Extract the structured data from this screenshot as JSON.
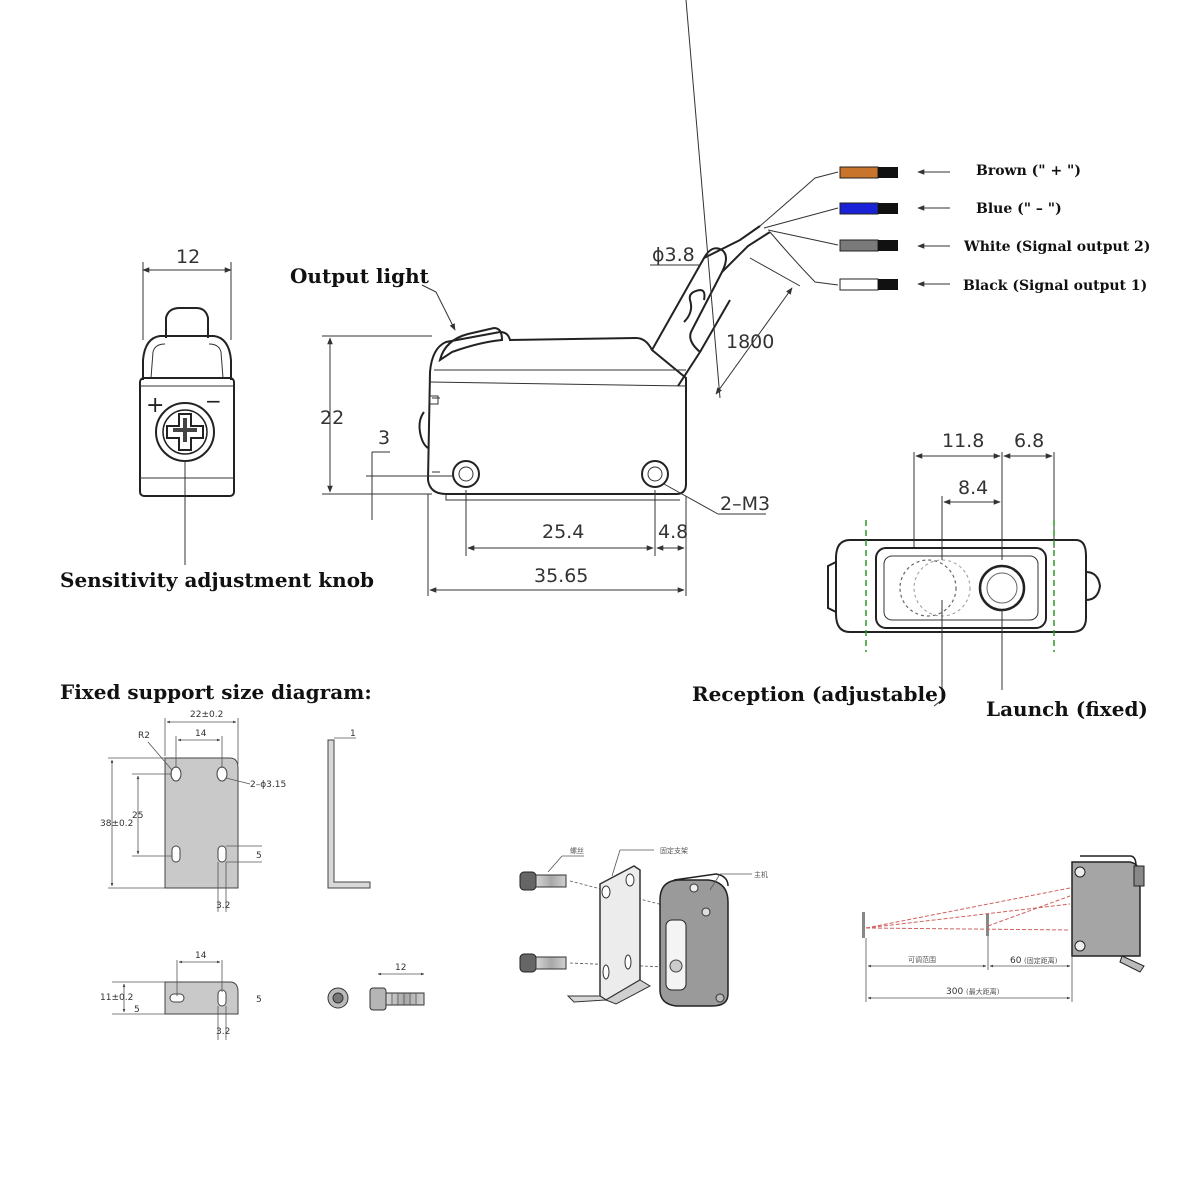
{
  "labels": {
    "output_light": "Output light",
    "sensitivity_knob": "Sensitivity adjustment knob",
    "reception": "Reception (adjustable)",
    "launch": "Launch (fixed)",
    "support_title": "Fixed support size diagram:"
  },
  "wires": [
    {
      "label": "Brown (\" + \")",
      "color": "#c8742a"
    },
    {
      "label": "Blue (\" – \")",
      "color": "#1a22d8"
    },
    {
      "label": "White (Signal output 2)",
      "color": "#7a7a7a"
    },
    {
      "label": "Black (Signal output 1)",
      "color": "#ffffff"
    }
  ],
  "wire_tip_color": "#111111",
  "plus_symbol": "+",
  "minus_symbol": "−",
  "dims": {
    "front_width": "12",
    "cable_dia": "ϕ3.8",
    "cable_len": "1800",
    "height": "22",
    "mount_offset": "3",
    "hole_spacing": "25.4",
    "hole_edge": "4.8",
    "total_len": "35.65",
    "holes": "2–M3",
    "lens_a": "11.8",
    "lens_b": "6.8",
    "lens_c": "8.4"
  },
  "support": {
    "top_width": "22±0.2",
    "hole_spacing_top": "14",
    "radius": "R2",
    "hole_dia": "2–ϕ3.15",
    "height": "38±0.2",
    "hole_spacing_v": "25",
    "slot_w": "5",
    "slot_edge": "3.2",
    "thickness": "1",
    "bottom_width": "14",
    "bottom_height": "11±0.2",
    "bottom_off": "5",
    "bottom_slot": "5",
    "bottom_edge": "3.2",
    "screw_len": "12"
  },
  "assembly": {
    "screw": "螺丝",
    "bracket": "固定支架",
    "host": "主机"
  },
  "range": {
    "near": "可调范围",
    "fixed": "60",
    "fixed_note": "(固定距离)",
    "total": "300",
    "total_note": "(最大距离)"
  }
}
